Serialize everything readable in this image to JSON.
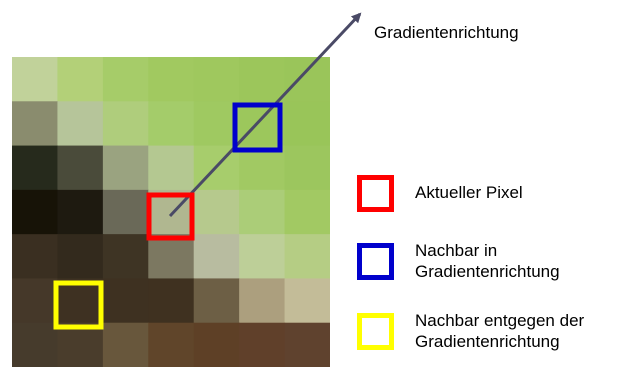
{
  "grid": {
    "rows": 7,
    "cols": 7,
    "colors": [
      [
        "#c1d29a",
        "#b3d078",
        "#a6cc69",
        "#a1c960",
        "#9fc85e",
        "#9cc65b",
        "#9ac55a"
      ],
      [
        "#8a8c6e",
        "#b6c59a",
        "#afcd7c",
        "#a4cc6a",
        "#9fc961",
        "#9cc75c",
        "#99c559"
      ],
      [
        "#262a1c",
        "#4a4b3a",
        "#9aa380",
        "#b4c891",
        "#a7cd6c",
        "#a1c963",
        "#9cc65e"
      ],
      [
        "#171307",
        "#1e1a10",
        "#6a6958",
        "#b0b790",
        "#b6c98d",
        "#abcd78",
        "#a2c963"
      ],
      [
        "#3a2f21",
        "#332a1d",
        "#3e3424",
        "#7c7861",
        "#b8bca0",
        "#bdcf98",
        "#b5cd84"
      ],
      [
        "#453829",
        "#3e3122",
        "#3e3121",
        "#3f3120",
        "#6d5f45",
        "#ac9f7e",
        "#c3bc98"
      ],
      [
        "#463b2c",
        "#4a3d2c",
        "#68573c",
        "#60452a",
        "#5e4026",
        "#60402a",
        "#5f422e"
      ]
    ]
  },
  "markers": {
    "current_color": "#ff0000",
    "along_color": "#0000cc",
    "against_color": "#ffff00"
  },
  "arrow": {
    "color": "#4a4a66",
    "label": "Gradientenrichtung"
  },
  "legend": [
    {
      "color": "#ff0000",
      "line1": "Aktueller Pixel",
      "line2": ""
    },
    {
      "color": "#0000cc",
      "line1": "Nachbar in",
      "line2": "Gradientenrichtung"
    },
    {
      "color": "#ffff00",
      "line1": "Nachbar entgegen der",
      "line2": "Gradientenrichtung"
    }
  ]
}
